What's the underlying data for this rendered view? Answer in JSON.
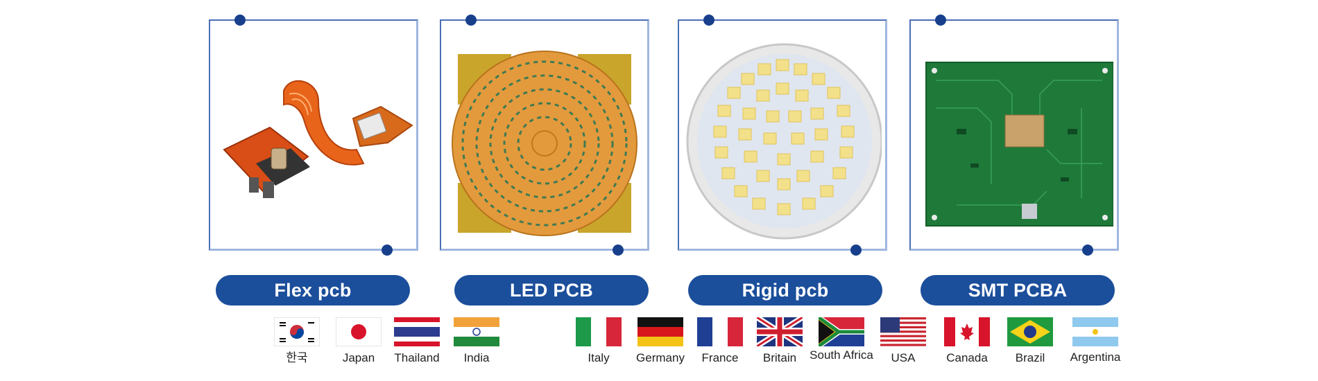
{
  "cards": [
    {
      "label": "Flex pcb",
      "icon": "flex-pcb-image"
    },
    {
      "label": "LED PCB",
      "icon": "led-pcb-image"
    },
    {
      "label": "Rigid pcb",
      "icon": "rigid-pcb-image"
    },
    {
      "label": "SMT PCBA",
      "icon": "smt-pcba-image"
    }
  ],
  "countries": [
    {
      "name": "한국",
      "flag": "south-korea-flag-icon"
    },
    {
      "name": "Japan",
      "flag": "japan-flag-icon"
    },
    {
      "name": "Thailand",
      "flag": "thailand-flag-icon"
    },
    {
      "name": "India",
      "flag": "india-flag-icon"
    },
    {
      "name": "Italy",
      "flag": "italy-flag-icon"
    },
    {
      "name": "Germany",
      "flag": "germany-flag-icon"
    },
    {
      "name": "France",
      "flag": "france-flag-icon"
    },
    {
      "name": "Britain",
      "flag": "britain-flag-icon"
    },
    {
      "name": "South Africa",
      "flag": "south-africa-flag-icon"
    },
    {
      "name": "USA",
      "flag": "usa-flag-icon"
    },
    {
      "name": "Canada",
      "flag": "canada-flag-icon"
    },
    {
      "name": "Brazil",
      "flag": "brazil-flag-icon"
    },
    {
      "name": "Argentina",
      "flag": "argentina-flag-icon"
    }
  ],
  "colors": {
    "frame": "#4a6fb6",
    "dot": "#173f8c",
    "pill": "#1b4e9b",
    "pill_text": "#ffffff"
  }
}
